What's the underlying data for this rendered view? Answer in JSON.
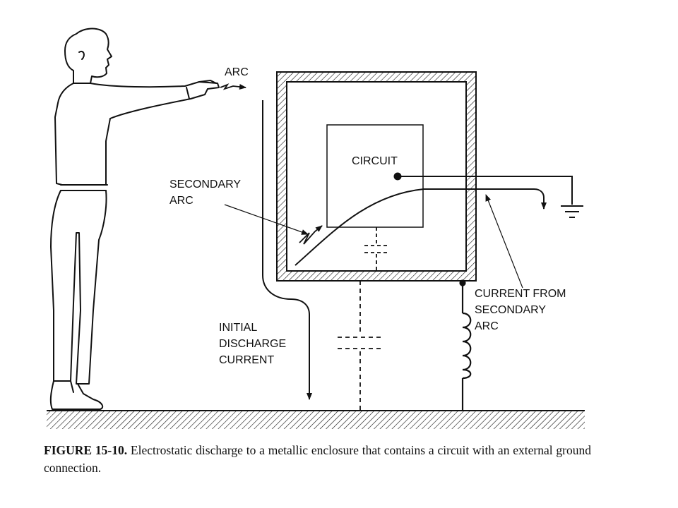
{
  "diagram": {
    "labels": {
      "arc": "ARC",
      "circuit": "CIRCUIT",
      "secondary_arc": [
        "SECONDARY",
        "ARC"
      ],
      "initial_discharge_current": [
        "INITIAL",
        "DISCHARGE",
        "CURRENT"
      ],
      "current_from_secondary_arc": [
        "CURRENT FROM",
        "SECONDARY",
        "ARC"
      ]
    }
  },
  "caption": {
    "figure_number": "FIGURE 15-10.",
    "text": "Electrostatic discharge to a metallic enclosure that contains a circuit with an external ground connection."
  }
}
